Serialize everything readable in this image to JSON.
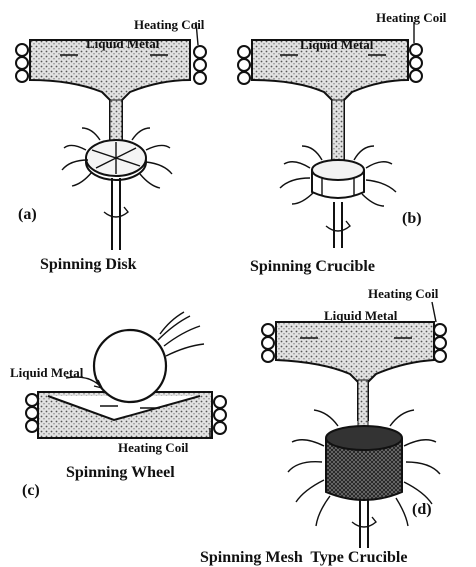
{
  "panels": {
    "a": {
      "letter": "(a)",
      "caption": "Spinning Disk",
      "heating_coil": "Heating Coil",
      "liquid_metal": "Liquid Metal"
    },
    "b": {
      "letter": "(b)",
      "caption": "Spinning Crucible",
      "heating_coil": "Heating Coil",
      "liquid_metal": "Liquid Metal"
    },
    "c": {
      "letter": "(c)",
      "caption": "Spinning Wheel",
      "heating_coil": "Heating Coil",
      "liquid_metal": "Liquid Metal"
    },
    "d": {
      "letter": "(d)",
      "caption": "Spinning Mesh  Type Crucible",
      "heating_coil": "Heating Coil",
      "liquid_metal": "Liquid Metal"
    }
  }
}
